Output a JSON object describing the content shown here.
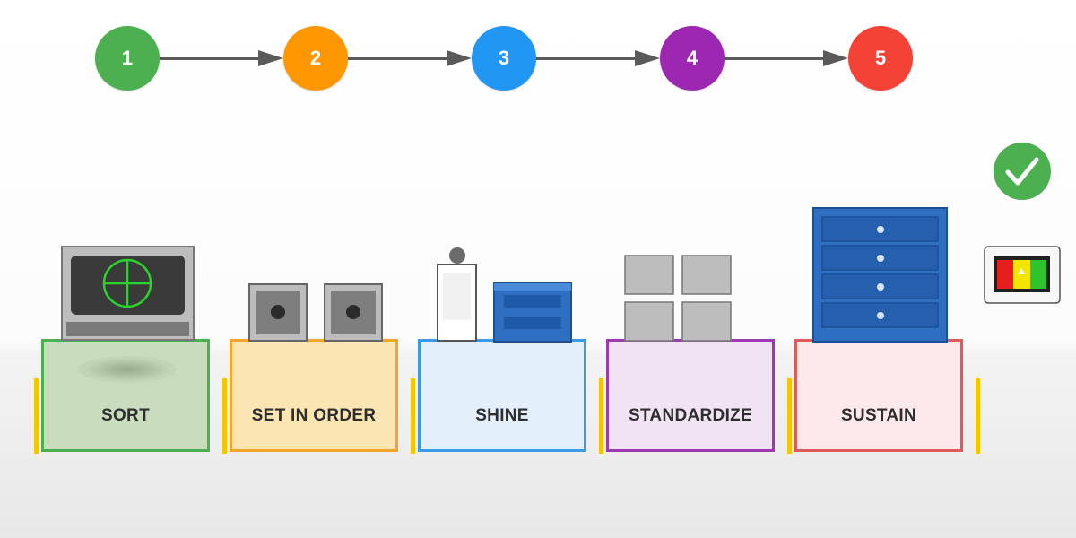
{
  "steps": [
    {
      "number": "1",
      "color": "#4caf50"
    },
    {
      "number": "2",
      "color": "#ff9800"
    },
    {
      "number": "3",
      "color": "#2196f3"
    },
    {
      "number": "4",
      "color": "#9c27b0"
    },
    {
      "number": "5",
      "color": "#f44336"
    }
  ],
  "zones": [
    {
      "label": "SORT",
      "border": "#4caf50",
      "fill": "#c9dcbd"
    },
    {
      "label": "SET IN ORDER",
      "border": "#f3a42a",
      "fill": "#fbe6b3"
    },
    {
      "label": "SHINE",
      "border": "#3b9ae6",
      "fill": "#e3f0fc"
    },
    {
      "label": "STANDARDIZE",
      "border": "#9c3bb0",
      "fill": "#f2e3f4"
    },
    {
      "label": "SUSTAIN",
      "border": "#e05a5a",
      "fill": "#fde9ea"
    }
  ],
  "icons": {
    "monitor": "monitor-icon",
    "crosshair": "crosshair-icon",
    "speaker": "speaker-box-icon",
    "cleaning_bottle": "spray-bottle-icon",
    "storage_bin": "storage-bin-icon",
    "grid": "grid-icon",
    "cabinet": "filing-cabinet-icon",
    "check": "checkmark-icon",
    "status_display": "status-display-icon"
  },
  "colors": {
    "check_green": "#4caf50",
    "connector": "#5a5a5a",
    "post": "#f2c600",
    "cabinet_blue": "#2f6fc1"
  },
  "status_display": {
    "segments": [
      "#e61e1e",
      "#f2e600",
      "#2ec42e"
    ]
  }
}
